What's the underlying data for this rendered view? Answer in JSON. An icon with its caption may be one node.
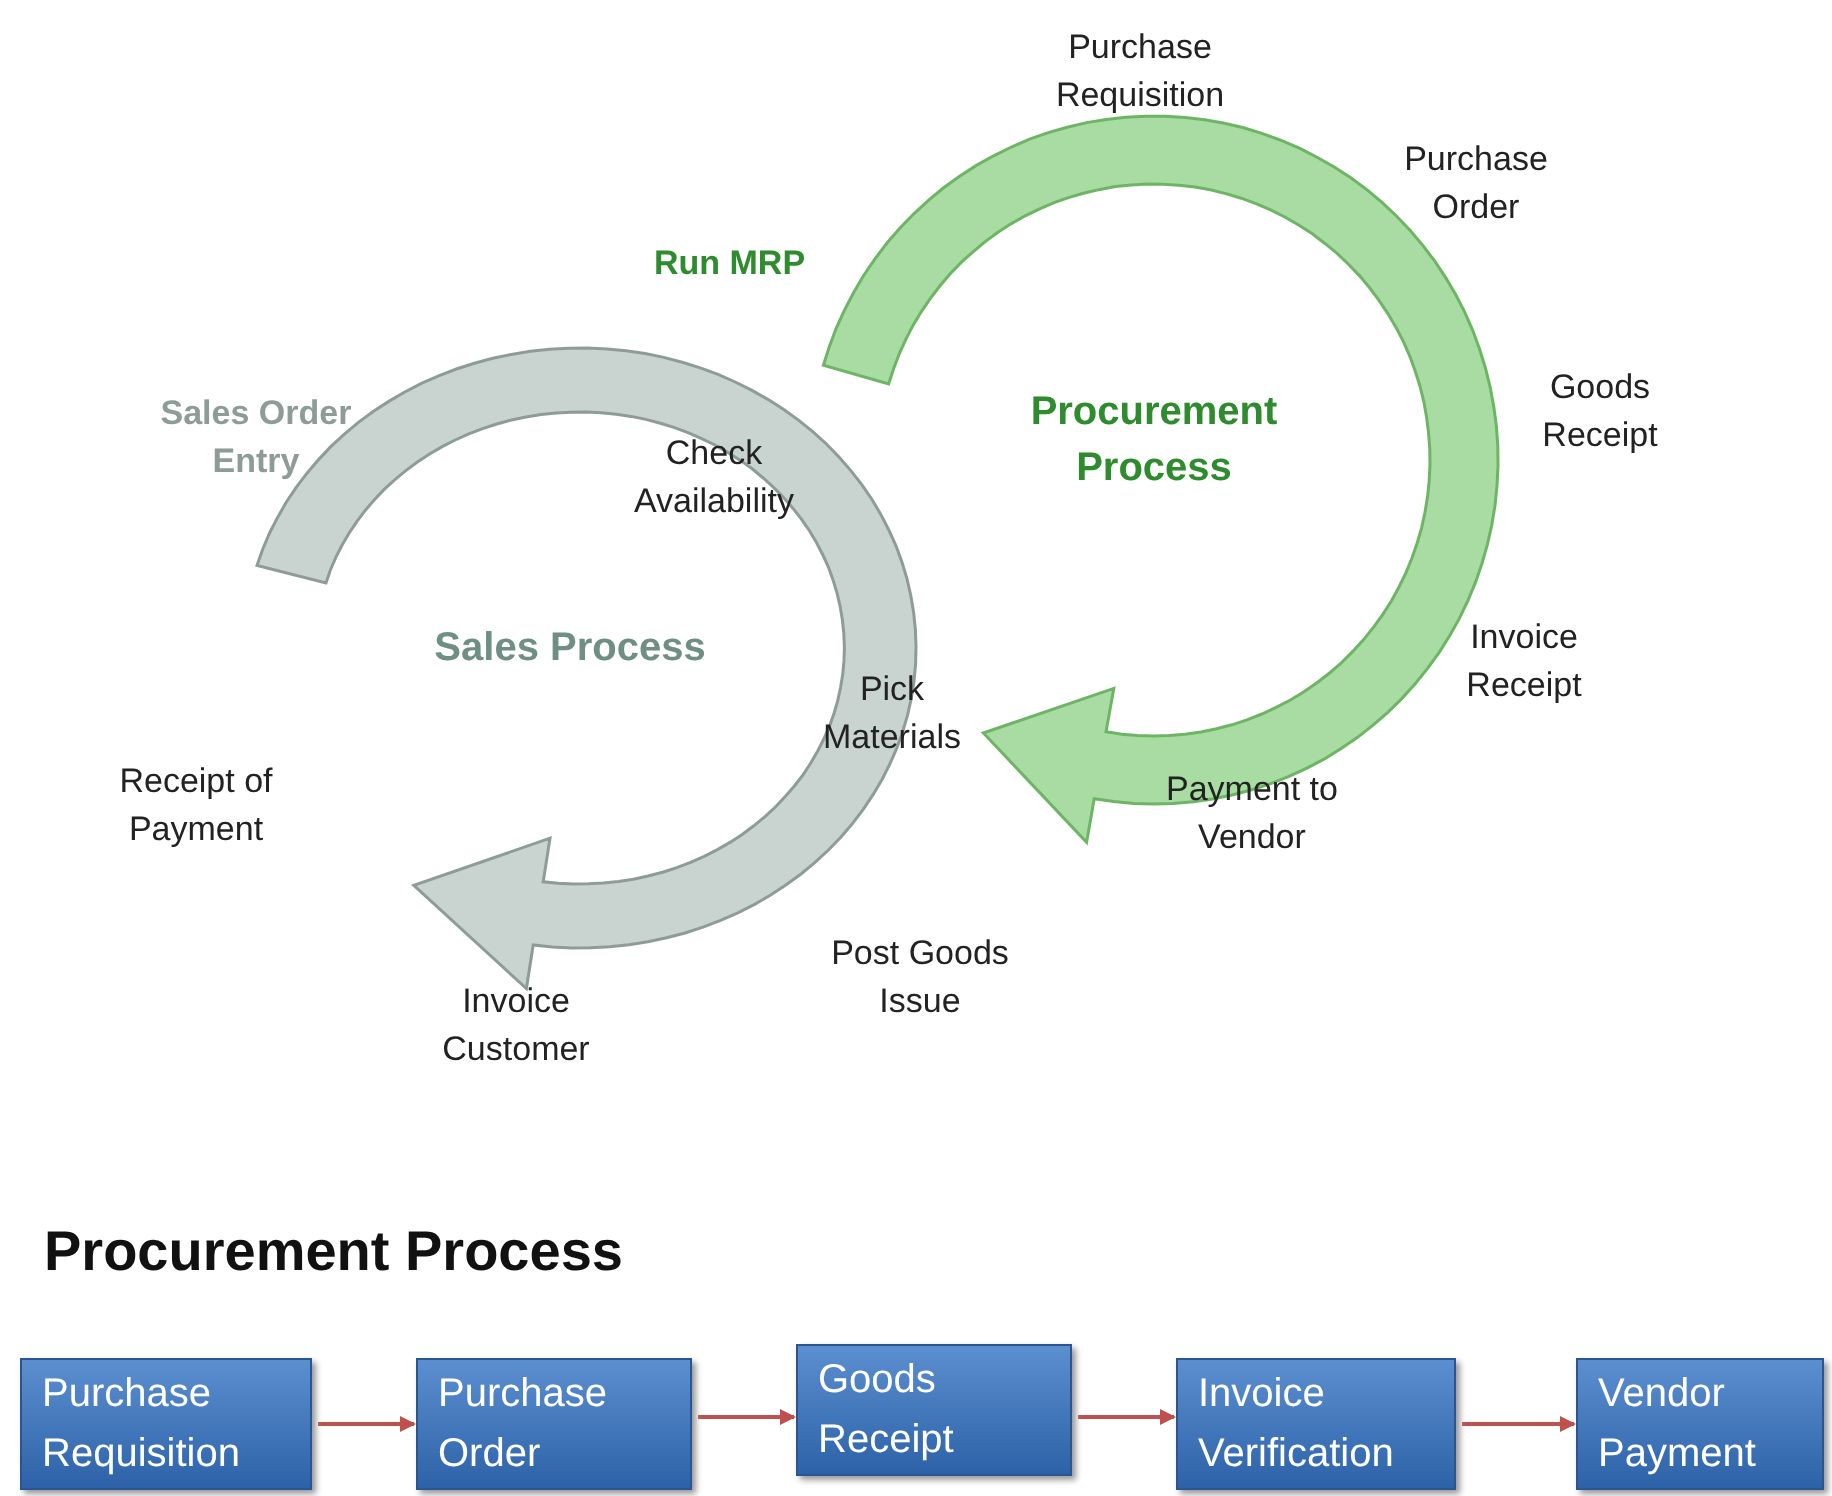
{
  "diagram": {
    "nodes": [
      {
        "text": [
          "Procurement Process"
        ]
      },
      {
        "text": [
          "Sales Process"
        ]
      },
      {
        "text": [
          "Purchase Requisition"
        ]
      },
      {
        "text": [
          "Purchase Order"
        ]
      },
      {
        "text": [
          "Goods Receipt"
        ]
      },
      {
        "text": [
          "Invoice Verification"
        ]
      },
      {
        "text": [
          "Vendor Payment"
        ]
      }
    ],
    "edges": [
      {
        "from": 2,
        "to": 3,
        "arrow": "to"
      },
      {
        "from": 3,
        "to": 4,
        "arrow": "to"
      },
      {
        "from": 4,
        "to": 5,
        "arrow": "to"
      },
      {
        "from": 5,
        "to": 6,
        "arrow": "to"
      }
    ],
    "labels": [
      "Purchase Requisition",
      "Purchase Order",
      "Run MRP",
      "Goods Receipt",
      "Sales Order Entry",
      "Check Availability",
      "Invoice Receipt",
      "Pick Materials",
      "Receipt of Payment",
      "Payment to Vendor",
      "Post Goods Issue",
      "Invoice Customer",
      "Procurement Process"
    ]
  }
}
